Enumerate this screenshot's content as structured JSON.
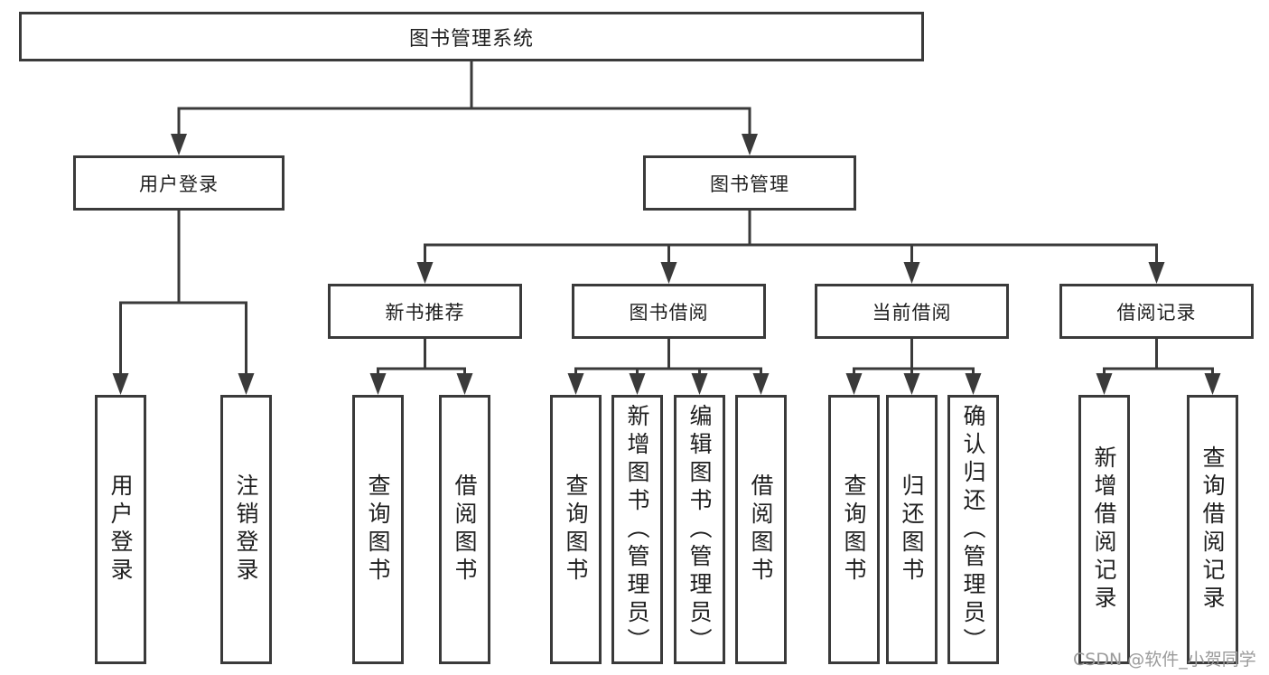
{
  "tree": {
    "root": {
      "label": "图书管理系统",
      "children": [
        {
          "label": "用户登录",
          "children": [
            {
              "label": "用户登录"
            },
            {
              "label": "注销登录"
            }
          ]
        },
        {
          "label": "图书管理",
          "children": [
            {
              "label": "新书推荐",
              "children": [
                {
                  "label": "查询图书"
                },
                {
                  "label": "借阅图书"
                }
              ]
            },
            {
              "label": "图书借阅",
              "children": [
                {
                  "label": "查询图书"
                },
                {
                  "label": "新增图书（管理员）"
                },
                {
                  "label": "编辑图书（管理员）"
                },
                {
                  "label": "借阅图书"
                }
              ]
            },
            {
              "label": "当前借阅",
              "children": [
                {
                  "label": "查询图书"
                },
                {
                  "label": "归还图书"
                },
                {
                  "label": "确认归还（管理员）"
                }
              ]
            },
            {
              "label": "借阅记录",
              "children": [
                {
                  "label": "新增借阅记录"
                },
                {
                  "label": "查询借阅记录"
                }
              ]
            }
          ]
        }
      ]
    }
  },
  "watermark": {
    "text": "CSDN @软件_小贺同学"
  },
  "colors": {
    "line": "#3a3a3a",
    "text": "#1f1f1f",
    "background": "#ffffff",
    "box_fill": "#ffffff",
    "watermark": "#9b9b9b"
  }
}
